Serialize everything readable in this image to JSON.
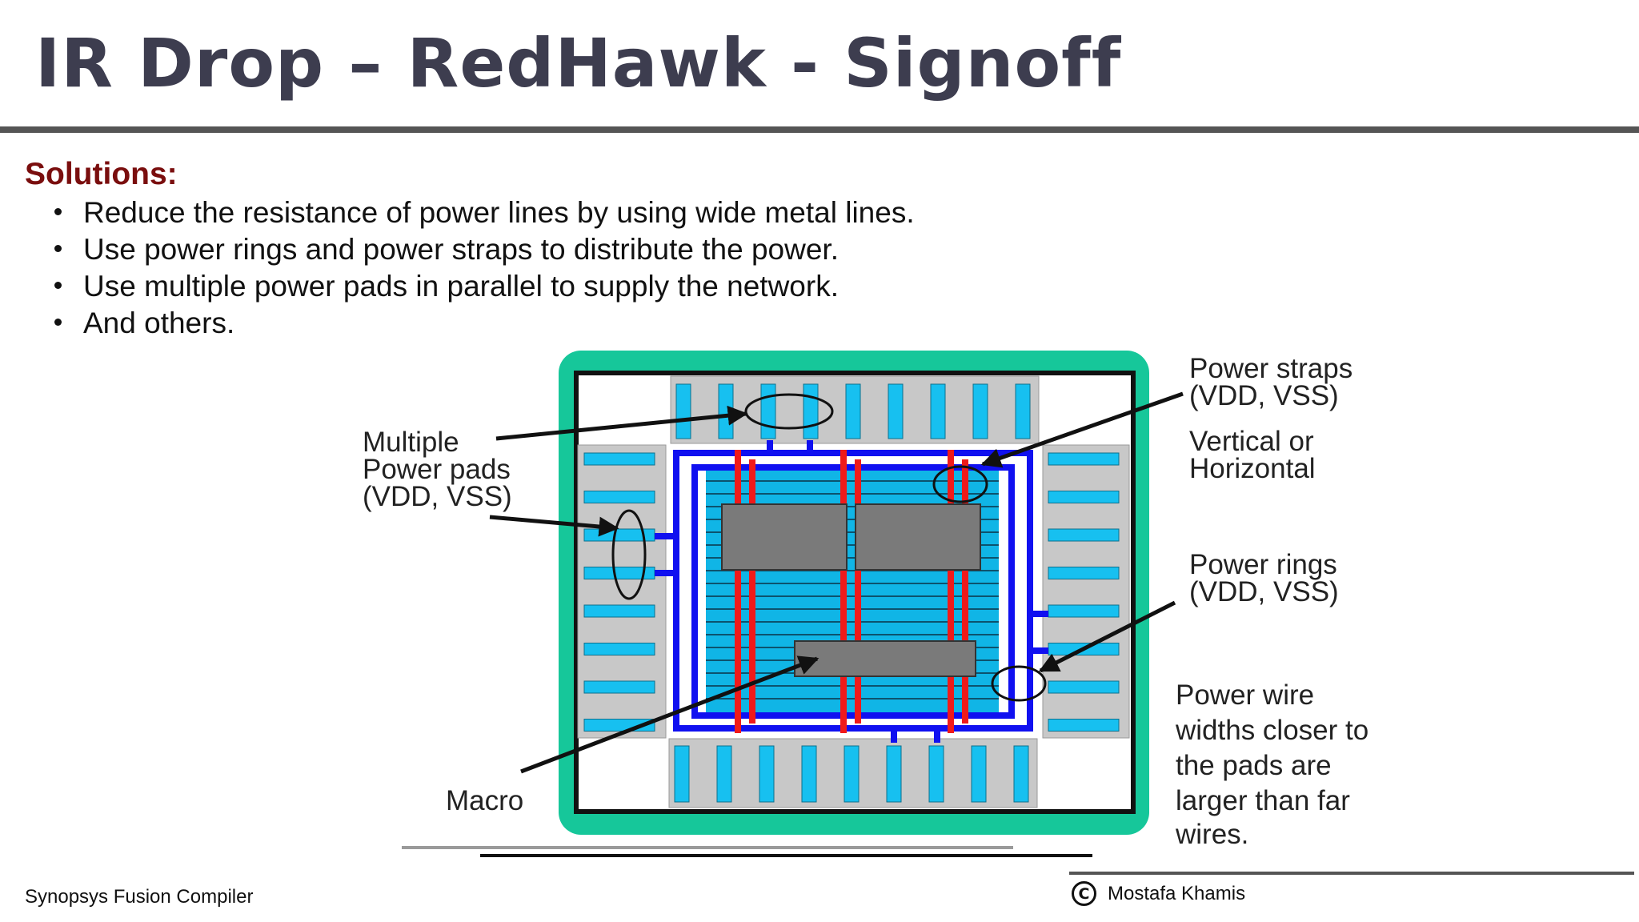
{
  "slide": {
    "title": "IR Drop – RedHawk - Signoff",
    "section_heading": "Solutions:",
    "bullets": [
      "Reduce the resistance of power lines by using wide metal lines.",
      "Use power rings and power straps to distribute the power.",
      "Use multiple power pads in parallel to supply the network.",
      "And others."
    ]
  },
  "diagram": {
    "labels": {
      "power_pads": [
        "Multiple",
        "Power pads",
        "(VDD, VSS)"
      ],
      "power_straps": [
        "Power straps",
        "(VDD, VSS)"
      ],
      "orientation": [
        "Vertical or",
        "Horizontal"
      ],
      "power_rings": [
        "Power rings",
        "(VDD, VSS)"
      ],
      "wire_widths": [
        "Power wire",
        "widths closer to",
        "the pads are",
        "larger than far",
        "wires."
      ],
      "macro": "Macro"
    },
    "colors": {
      "package": "#16c79a",
      "pad_region": "#c8c8c8",
      "pad": "#17c0f0",
      "ring": "#1010f0",
      "strap": "#f01a1a",
      "core": "#10b5e6",
      "macro": "#7a7a7a"
    }
  },
  "footer": {
    "left": "Synopsys Fusion Compiler",
    "author": "Mostafa Khamis",
    "copyright_symbol": "C"
  }
}
